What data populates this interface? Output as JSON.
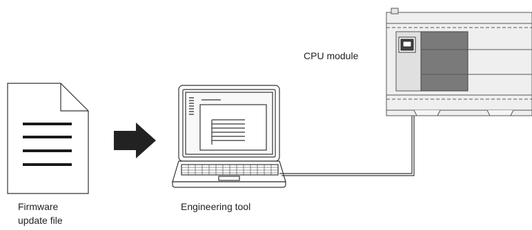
{
  "labels": {
    "cpu_module": "CPU module",
    "firmware_line1": "Firmware",
    "firmware_line2": "update file",
    "engineering_tool": "Engineering tool"
  },
  "icons": [
    "document-icon",
    "arrow-right-icon",
    "laptop-icon",
    "cpu-module-icon"
  ],
  "colors": {
    "outline": "#333333",
    "arrow": "#222222",
    "module_body": "#ebebeb",
    "module_dark": "#7a7a7a"
  }
}
